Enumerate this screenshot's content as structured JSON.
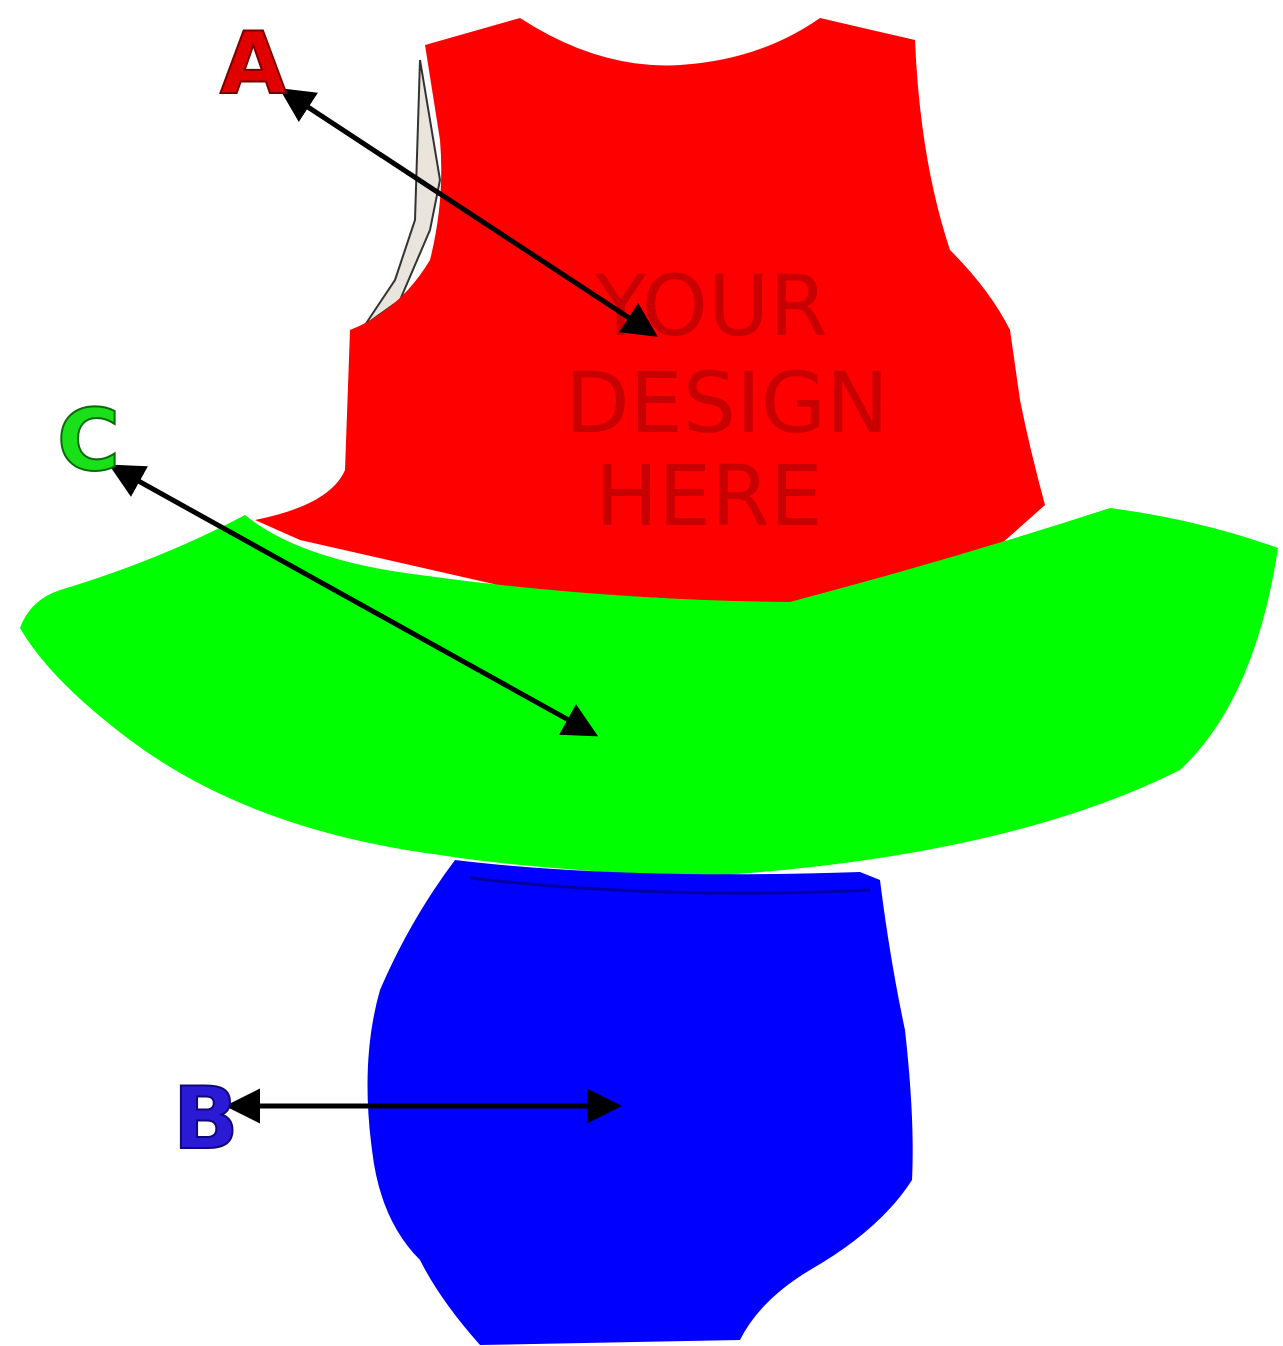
{
  "colors": {
    "background": "#ffffff",
    "region_a": "#ff0000",
    "region_b": "#0000ff",
    "region_c": "#00ff00",
    "arrow": "#000000",
    "label_a": "#e10000",
    "label_b": "#2a1ad6",
    "label_c": "#19e019",
    "design_text": "#9a0000",
    "lining": "#e9e4dc"
  },
  "labels": {
    "a": "A",
    "b": "B",
    "c": "C"
  },
  "design_text": {
    "line1": "YOUR",
    "line2": "DESIGN",
    "line3": "HERE"
  },
  "regions": [
    {
      "id": "a",
      "part": "top",
      "color_key": "region_a"
    },
    {
      "id": "c",
      "part": "skirt",
      "color_key": "region_c"
    },
    {
      "id": "b",
      "part": "bloomers",
      "color_key": "region_b"
    }
  ]
}
